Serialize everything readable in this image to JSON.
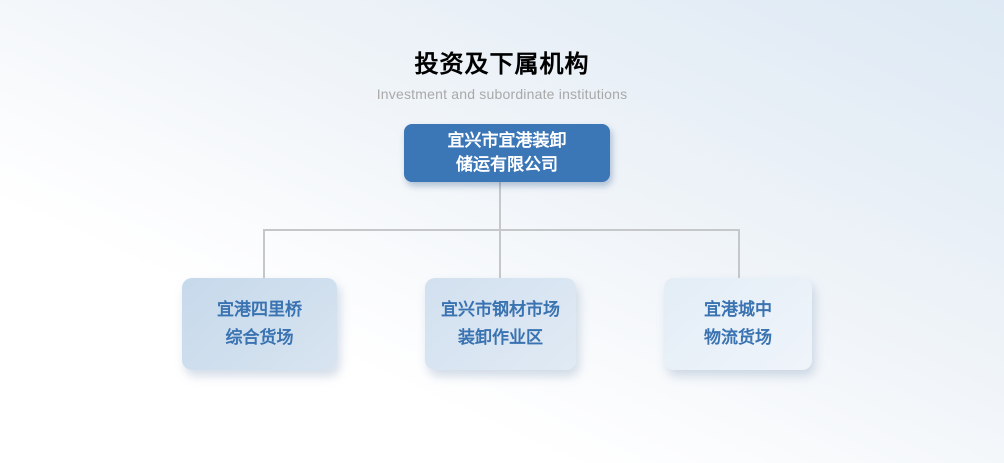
{
  "header": {
    "title": "投资及下属机构",
    "subtitle": "Investment and subordinate institutions"
  },
  "org_chart": {
    "root": {
      "line1": "宜兴市宜港装卸",
      "line2": "储运有限公司"
    },
    "children": [
      {
        "line1": "宜港四里桥",
        "line2": "综合货场"
      },
      {
        "line1": "宜兴市钢材市场",
        "line2": "装卸作业区"
      },
      {
        "line1": "宜港城中",
        "line2": "物流货场"
      }
    ]
  },
  "colors": {
    "root_box_bg": "#3b76b6",
    "root_box_text": "#ffffff",
    "child_box_text": "#3a73b2",
    "child_box_bg_left": "#c6d9eb",
    "child_box_bg_middle": "#d2e0ef",
    "child_box_bg_right": "#e3edf6",
    "connector": "#c6c7c9",
    "title": "#000000",
    "subtitle": "#a9a9a9",
    "page_bg_top": "#dde9f4"
  }
}
